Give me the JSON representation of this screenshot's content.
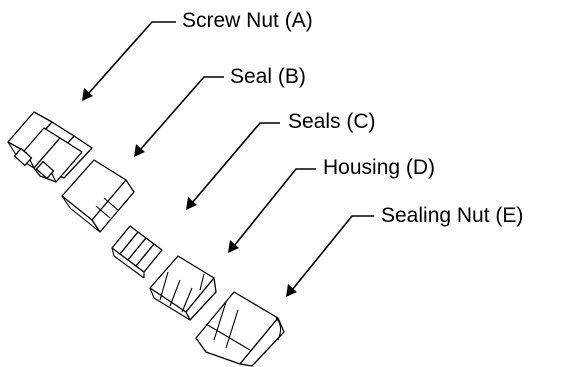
{
  "labels": {
    "screw_nut": "Screw Nut (A)",
    "seal": "Seal (B)",
    "seals": "Seals (C)",
    "housing": "Housing (D)",
    "sealing_nut": "Sealing Nut (E)"
  }
}
